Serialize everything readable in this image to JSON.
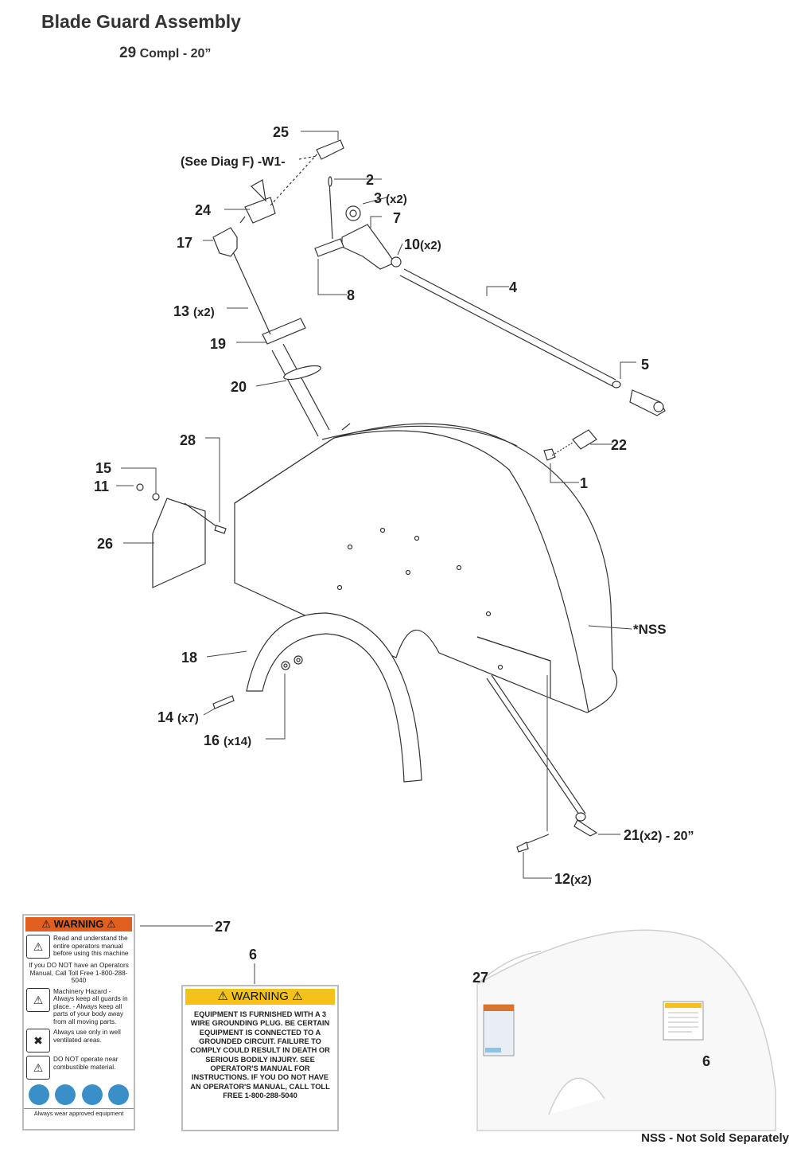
{
  "title": "Blade Guard Assembly",
  "subtitle": {
    "number": "29",
    "text": "Compl - 20”"
  },
  "callouts": {
    "p25": "25",
    "p2": "2",
    "p3": "3",
    "p3q": "(x2)",
    "p7": "7",
    "p10": "10",
    "p10q": "(x2)",
    "p24": "24",
    "p17": "17",
    "p8": "8",
    "p4": "4",
    "p13": "13",
    "p13q": "(x2)",
    "p19": "19",
    "p20": "20",
    "p5": "5",
    "p22": "22",
    "p1": "1",
    "p28": "28",
    "p15": "15",
    "p11": "11",
    "p26": "26",
    "nss": "*NSS",
    "p18": "18",
    "p14": "14",
    "p14q": "(x7)",
    "p16": "16",
    "p16q": "(x14)",
    "p21": "21",
    "p21q": "(x2) - 20”",
    "p12": "12",
    "p12q": "(x2)",
    "p27": "27",
    "p6": "6",
    "p27b": "27",
    "p6b": "6"
  },
  "see_diag": "(See Diag F) -W1-",
  "warning27": {
    "header": "WARNING",
    "r1": "Read and understand the entire operators manual before using this machine",
    "c1": "If you DO NOT have an Operators Manual, Call Toll Free 1-800-288-5040",
    "r2": "Machinery Hazard - Always keep all guards in place. - Always keep all parts of your body away from all moving parts.",
    "r3": "Always use only in well ventilated areas.",
    "r4": "DO NOT operate near combustible material.",
    "foot": "Always wear approved equipment"
  },
  "warning6": {
    "header": "WARNING",
    "body": "EQUIPMENT IS FURNISHED WITH A 3 WIRE GROUNDING PLUG. BE CERTAIN EQUIPMENT IS CONNECTED TO A GROUNDED CIRCUIT. FAILURE TO COMPLY COULD RESULT IN DEATH OR SERIOUS BODILY INJURY. SEE OPERATOR'S MANUAL FOR INSTRUCTIONS. IF YOU DO NOT HAVE AN OPERATOR'S MANUAL, CALL TOLL FREE 1-800-288-5040"
  },
  "footnote": "NSS - Not Sold Separately"
}
